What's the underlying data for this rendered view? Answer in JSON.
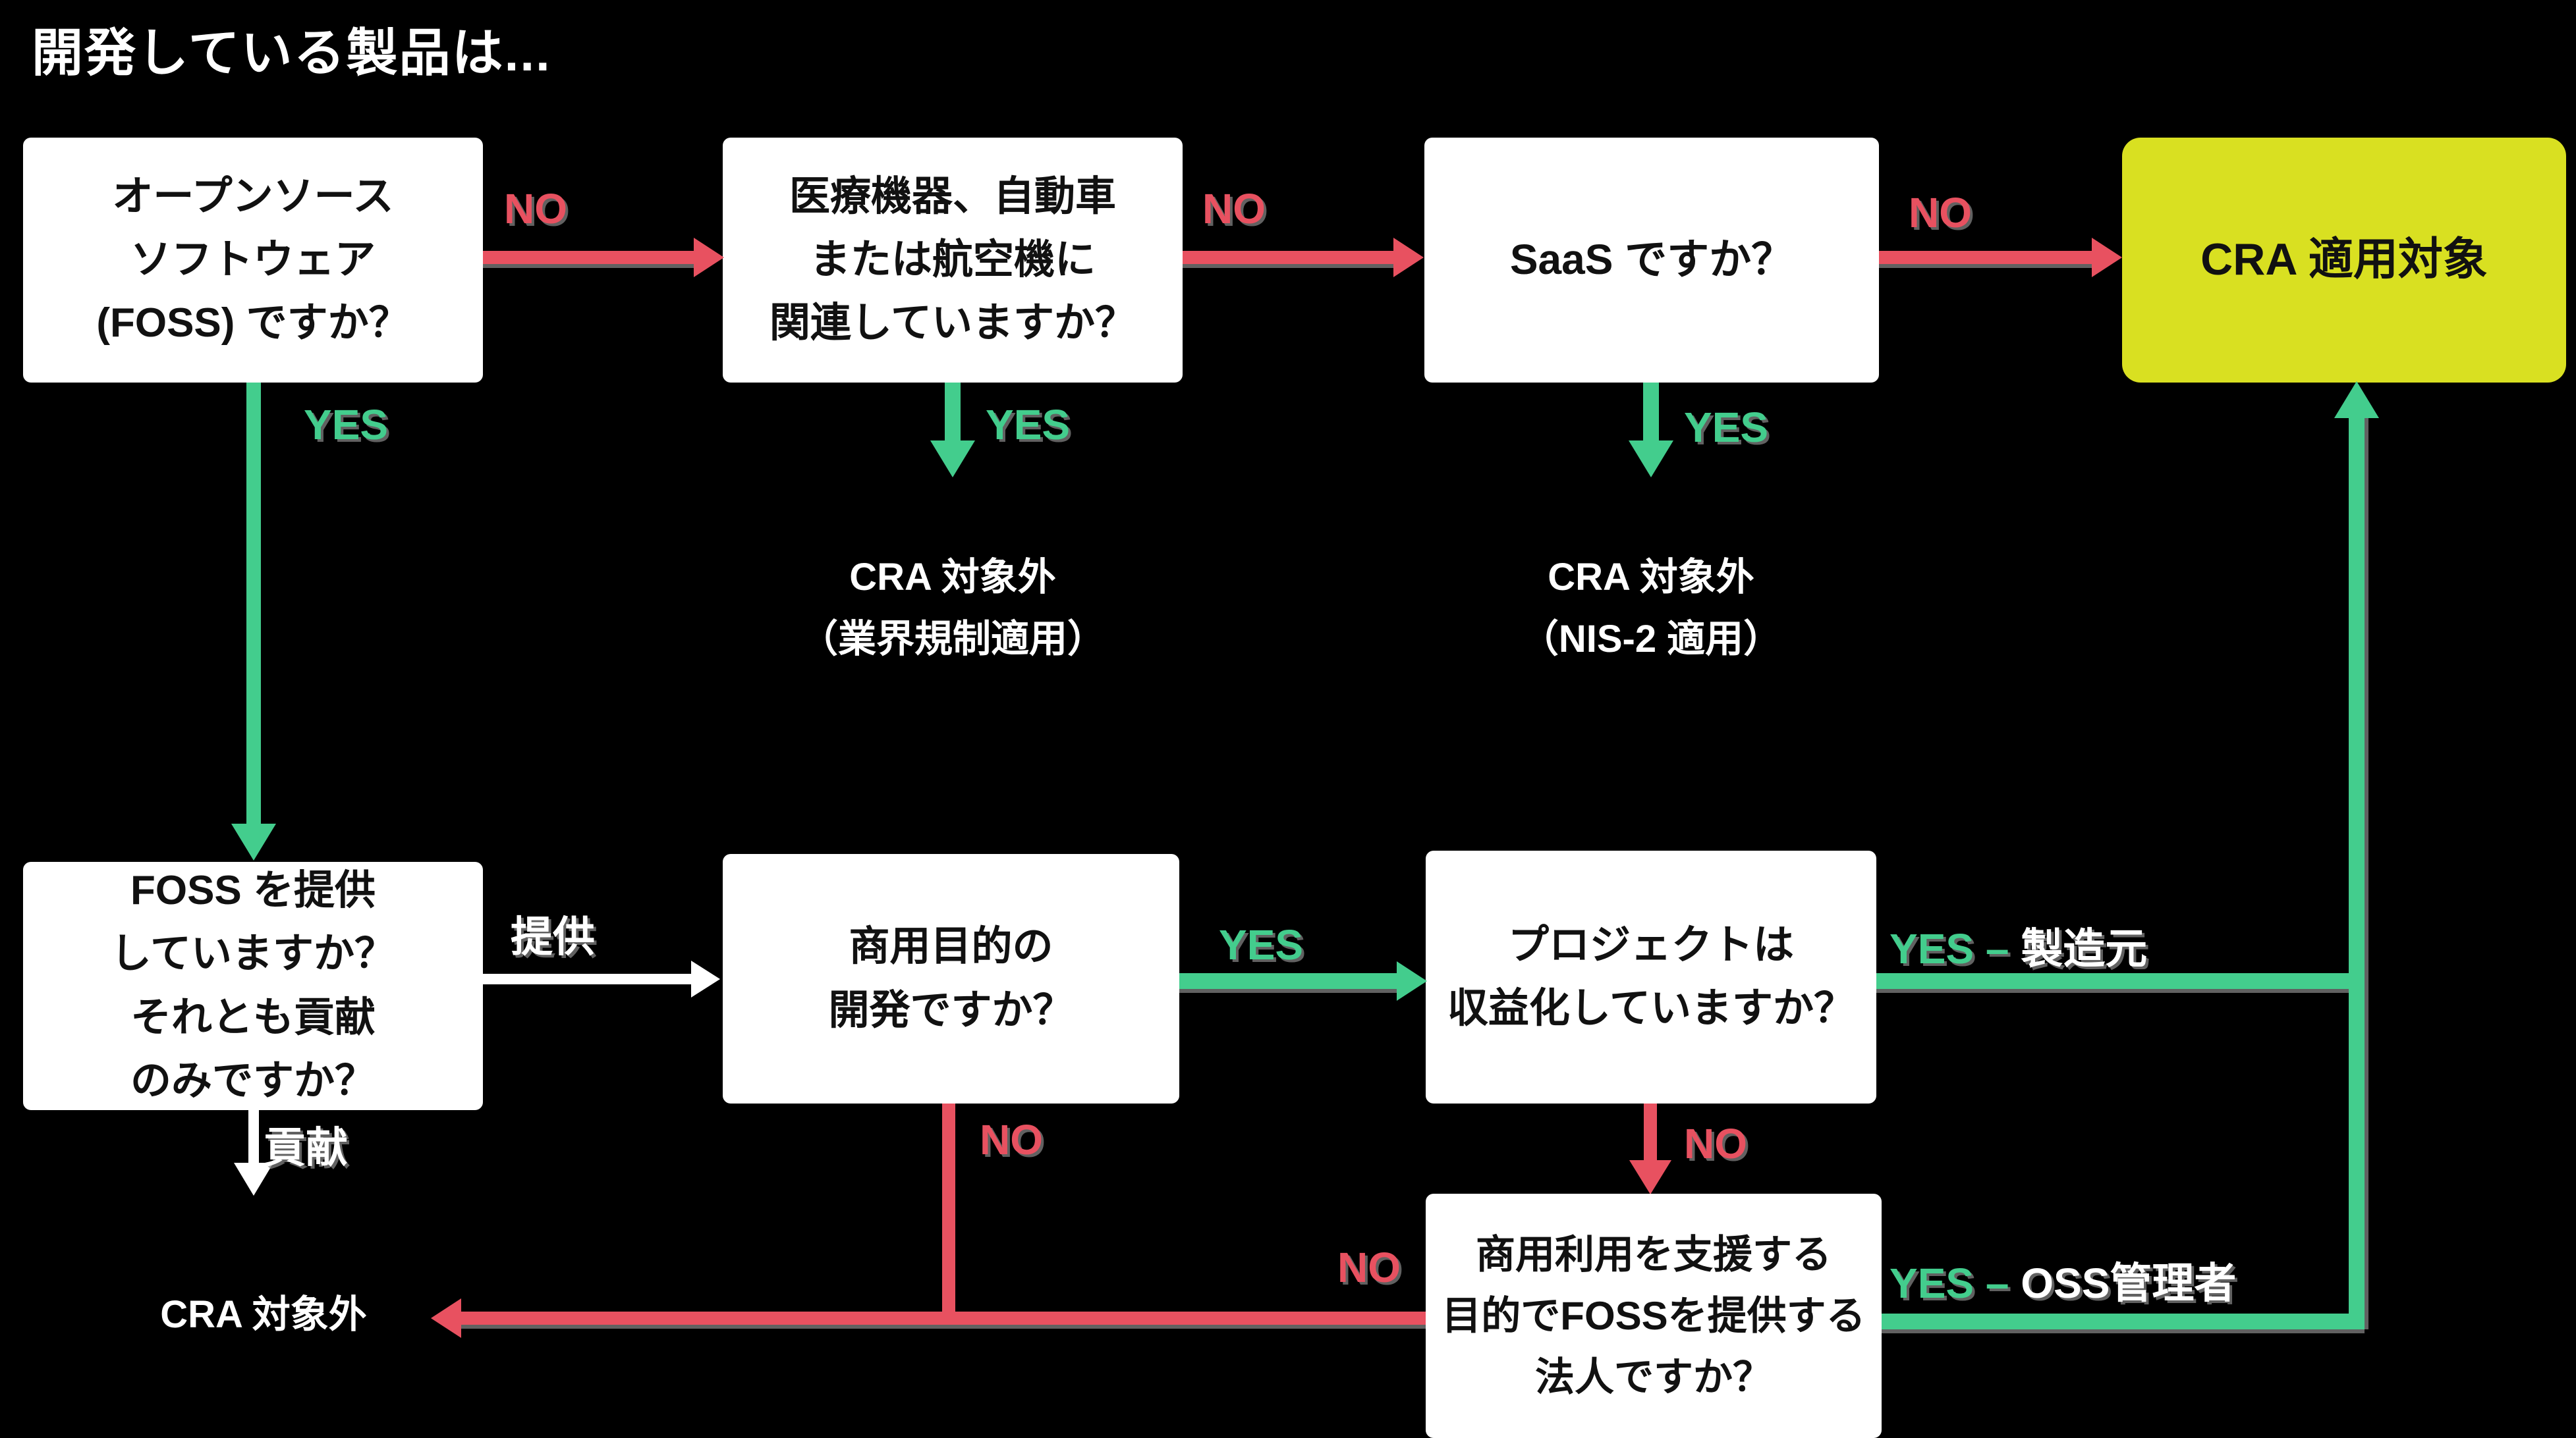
{
  "title": "開発している製品は...",
  "colors": {
    "bg": "#000000",
    "box": "#ffffff",
    "ink": "#111111",
    "red": "#e85160",
    "green": "#43cd8d",
    "yellow": "#d9e021",
    "white": "#ffffff"
  },
  "flow": {
    "box_foss": {
      "lines": [
        "オープンソース",
        "ソフトウェア",
        "(FOSS) ですか？"
      ]
    },
    "box_regulated": {
      "lines": [
        "医療機器、自動車",
        "または航空機に",
        "関連していますか？"
      ]
    },
    "box_saas": {
      "lines": [
        "SaaS ですか？"
      ]
    },
    "box_cra_target": {
      "lines": [
        "CRA 適用対象"
      ]
    },
    "box_foss_provide": {
      "lines": [
        "FOSS を提供",
        "していますか？",
        "それとも貢献",
        "のみですか？"
      ]
    },
    "box_commercial": {
      "lines": [
        "商用目的の",
        "開発ですか？"
      ]
    },
    "box_monetized": {
      "lines": [
        "プロジェクトは",
        "収益化していますか？"
      ]
    },
    "box_legal_entity": {
      "lines": [
        "商用利用を支援する",
        "目的でFOSSを提供する",
        "法人ですか？"
      ]
    },
    "out_industry": {
      "lines": [
        "CRA 対象外",
        "（業界規制適用）"
      ]
    },
    "out_nis2": {
      "lines": [
        "CRA 対象外",
        "（NIS-2 適用）"
      ]
    },
    "out_excluded": {
      "lines": [
        "CRA 対象外"
      ]
    }
  },
  "edge_labels": {
    "no_foss": "NO",
    "no_regulated": "NO",
    "no_saas": "NO",
    "yes_foss": "YES",
    "yes_regulated": "YES",
    "yes_saas": "YES",
    "provide": "提供",
    "contribute": "貢献",
    "yes_commercial": "YES",
    "no_commercial": "NO",
    "yes_monetized_prefix": "YES –",
    "yes_monetized_role": "製造元",
    "no_monetized": "NO",
    "yes_entity_prefix": "YES –",
    "yes_entity_role": "OSS管理者",
    "no_entity": "NO"
  }
}
